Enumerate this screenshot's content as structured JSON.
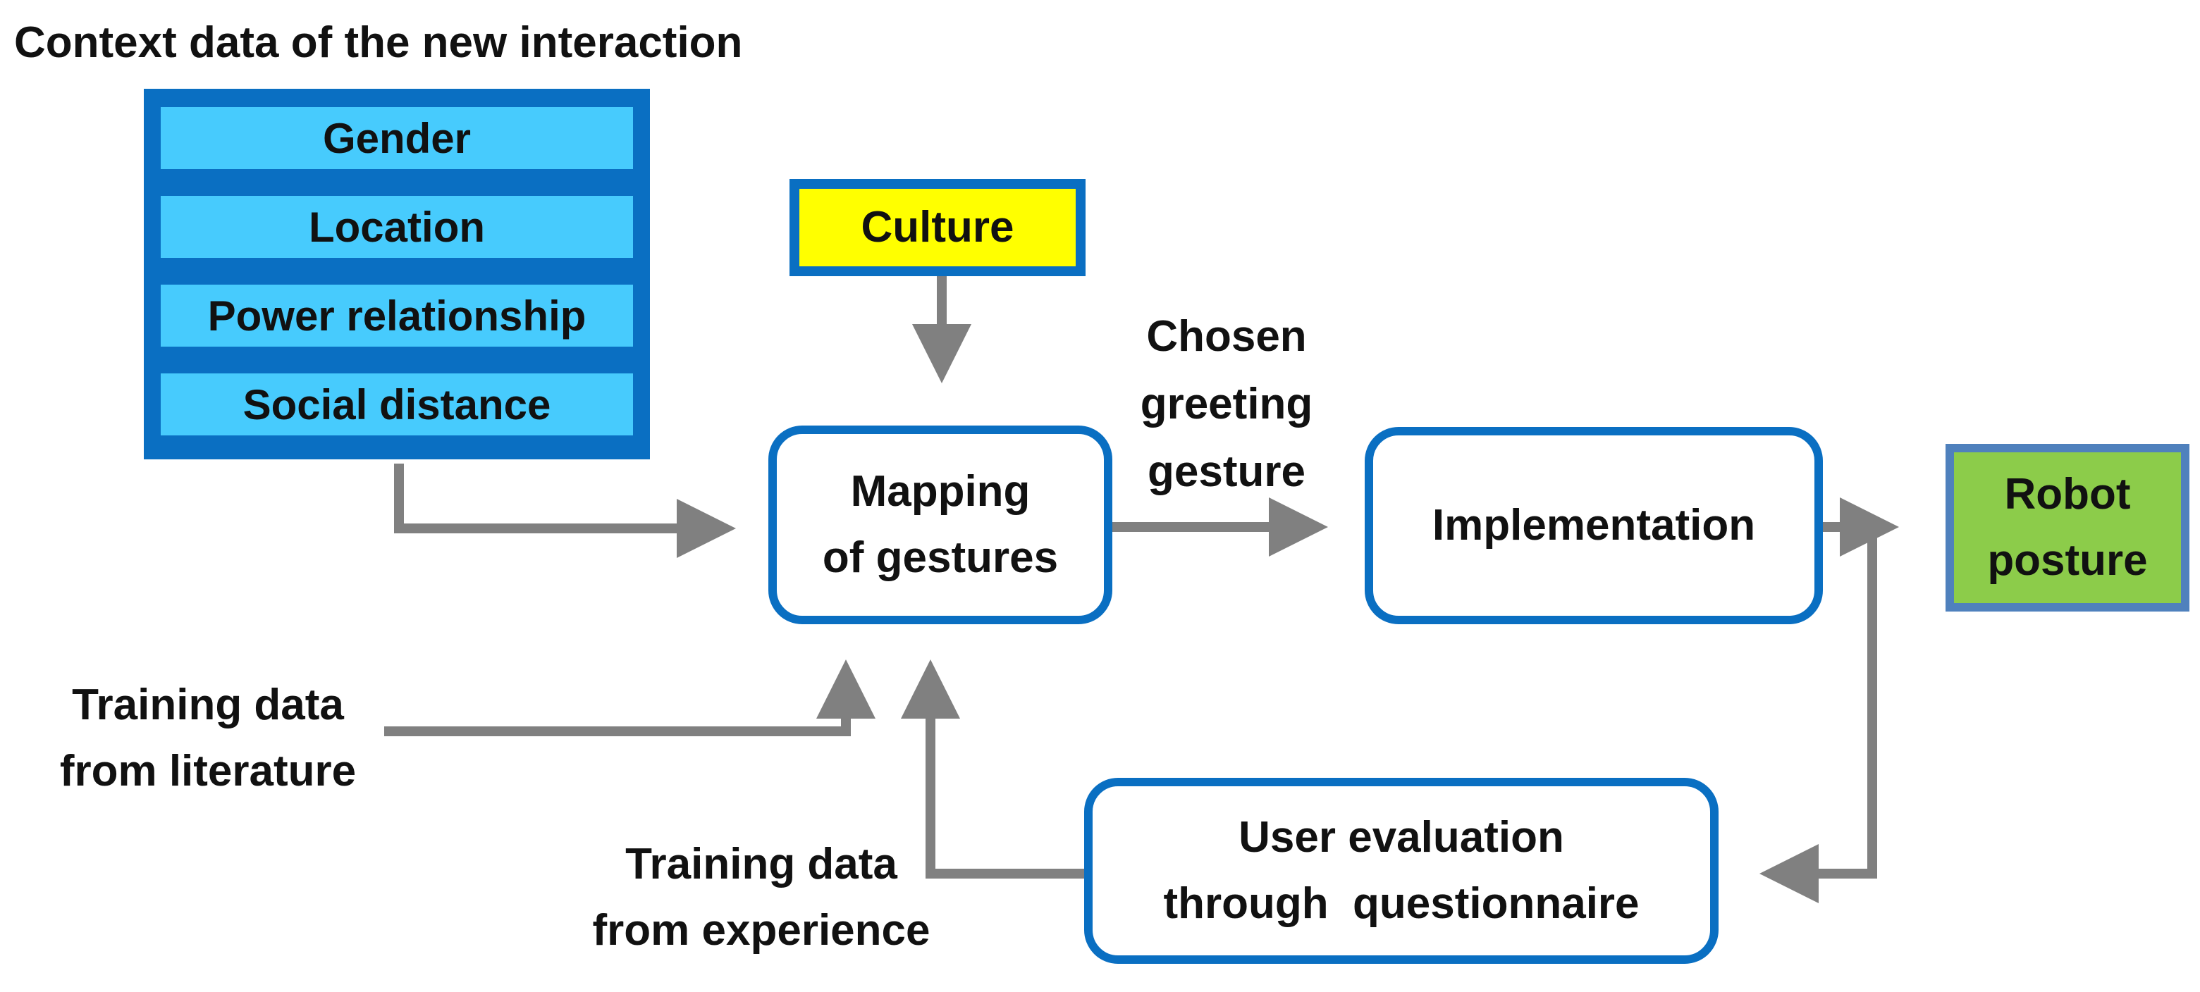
{
  "diagram": {
    "context_title": "Context data of the new interaction",
    "context_items": [
      "Gender",
      "Location",
      "Power relationship",
      "Social distance"
    ],
    "culture": "Culture",
    "mapping": [
      "Mapping",
      "of gestures"
    ],
    "chosen_gesture": [
      "Chosen",
      "greeting",
      "gesture"
    ],
    "implementation": "Implementation",
    "robot_posture": [
      "Robot",
      "posture"
    ],
    "training_literature": [
      "Training data",
      "from literature"
    ],
    "training_experience": [
      "Training data",
      "from experience"
    ],
    "user_evaluation": [
      "User evaluation",
      "through  questionnaire"
    ]
  },
  "colors": {
    "context_fill": "#47cbfd",
    "border_blue": "#0a6fc2",
    "culture_fill": "#ffff00",
    "robot_fill": "#8ccc4a",
    "robot_border": "#4f81bd",
    "arrow_gray": "#808080"
  }
}
